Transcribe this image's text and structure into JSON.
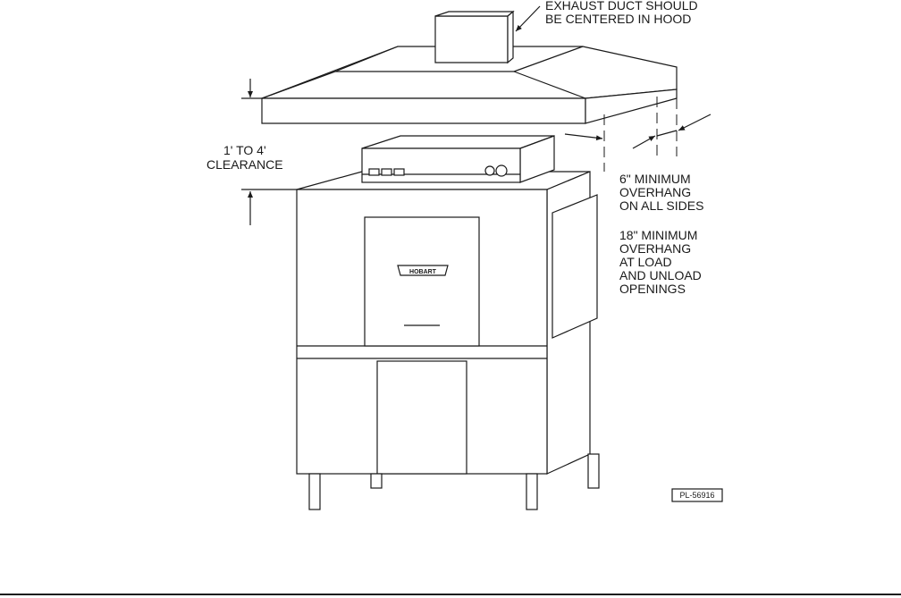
{
  "labels": {
    "exhaust_line1": "EXHAUST DUCT SHOULD",
    "exhaust_line2": "BE CENTERED IN HOOD",
    "clearance_line1": "1' TO 4'",
    "clearance_line2": "CLEARANCE",
    "overhang6_line1": "6\" MINIMUM",
    "overhang6_line2": "OVERHANG",
    "overhang6_line3": "ON ALL SIDES",
    "overhang18_line1": "18\" MINIMUM",
    "overhang18_line2": "OVERHANG",
    "overhang18_line3": "AT LOAD",
    "overhang18_line4": "AND UNLOAD",
    "overhang18_line5": "OPENINGS",
    "part_number": "PL-56916",
    "brand": "HOBART"
  }
}
